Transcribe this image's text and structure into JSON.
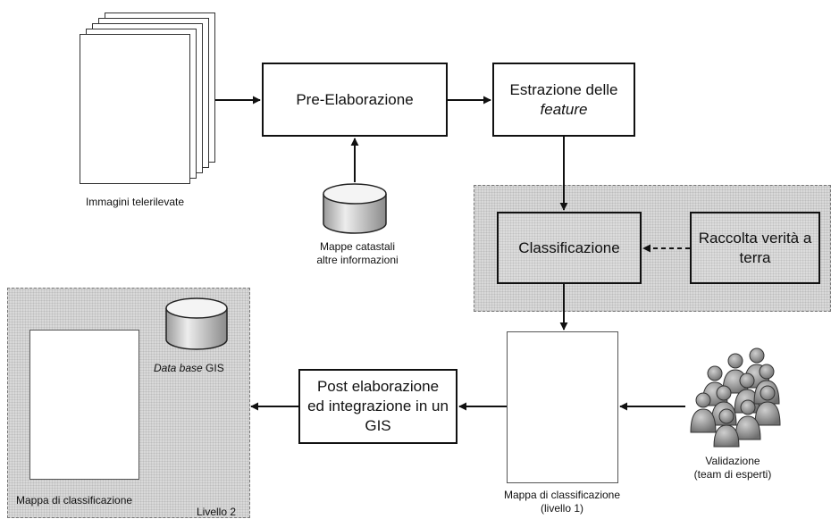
{
  "nodes": {
    "pre": "Pre-Elaborazione",
    "estrazione_1": "Estrazione delle",
    "estrazione_2": "feature",
    "classificazione": "Classificazione",
    "raccolta": "Raccolta verità a terra",
    "post": "Post elaborazione ed integrazione in un GIS"
  },
  "captions": {
    "immagini": "Immagini telerilevate",
    "mappe_1": "Mappe catastali",
    "mappe_2": "altre informazioni",
    "db_italic": "Data base",
    "db_gis": " GIS",
    "mappa_l2": "Mappa di classificazione",
    "livello2": "Livello 2",
    "mappa_l1_1": "Mappa di classificazione",
    "mappa_l1_2": "(livello 1)",
    "valid_1": "Validazione",
    "valid_2": "(team di esperti)"
  }
}
